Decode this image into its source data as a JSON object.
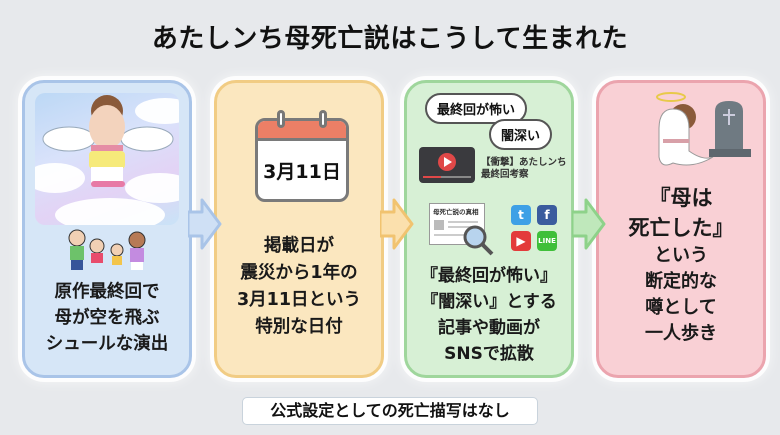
{
  "title": "あたしンち母死亡説はこうして生まれた",
  "colors": {
    "background": "#e7e9ec",
    "panel_1": "#d6e6f7",
    "panel_2": "#fbe7bf",
    "panel_3": "#d7f0d5",
    "panel_4": "#f9d0d5"
  },
  "panels": [
    {
      "illustration": "mother-flying-angel-icon",
      "lines": [
        "原作最終回で",
        "母が空を飛ぶ",
        "シュールな演出"
      ]
    },
    {
      "illustration": "calendar-icon",
      "calendar_date": "3月11日",
      "lines": [
        "掲載日が",
        "震災から1年の",
        "3月11日という",
        "特別な日付"
      ]
    },
    {
      "illustration": "sns-spread-icon",
      "bubbles": [
        "最終回が怖い",
        "闇深い"
      ],
      "video_title": [
        "【衝撃】あたしンち",
        "最終回考察"
      ],
      "article_headline": "母死亡説の真相",
      "sns_icons": [
        "twitter-icon",
        "facebook-icon",
        "youtube-icon",
        "line-icon"
      ],
      "lines": [
        "『最終回が怖い』",
        "『闇深い』とする",
        "記事や動画が",
        "SNSで拡散"
      ]
    },
    {
      "illustration": "ghost-and-tombstone-icon",
      "lines_big": [
        "『母は",
        "死亡した』"
      ],
      "lines": [
        "という",
        "断定的な",
        "噂として",
        "一人歩き"
      ]
    }
  ],
  "footer_note": "公式設定としての死亡描写はなし"
}
